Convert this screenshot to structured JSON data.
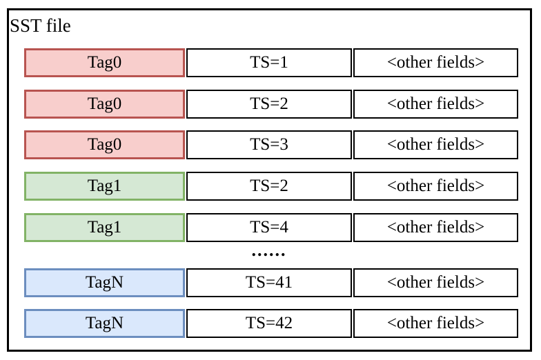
{
  "title": "SST file",
  "ellipsis": "......",
  "colors": {
    "red_fill": "#f8cecc",
    "red_stroke": "#b85450",
    "green_fill": "#d5e8d4",
    "green_stroke": "#82b366",
    "blue_fill": "#dae8fc",
    "blue_stroke": "#6c8ebf",
    "cell_stroke": "#000000"
  },
  "rows": [
    {
      "tag": "Tag0",
      "ts": "TS=1",
      "other": "<other fields>",
      "color": "red"
    },
    {
      "tag": "Tag0",
      "ts": "TS=2",
      "other": "<other fields>",
      "color": "red"
    },
    {
      "tag": "Tag0",
      "ts": "TS=3",
      "other": "<other fields>",
      "color": "red"
    },
    {
      "tag": "Tag1",
      "ts": "TS=2",
      "other": "<other fields>",
      "color": "green"
    },
    {
      "tag": "Tag1",
      "ts": "TS=4",
      "other": "<other fields>",
      "color": "green"
    },
    {
      "tag": "TagN",
      "ts": "TS=41",
      "other": "<other fields>",
      "color": "blue"
    },
    {
      "tag": "TagN",
      "ts": "TS=42",
      "other": "<other fields>",
      "color": "blue"
    }
  ]
}
